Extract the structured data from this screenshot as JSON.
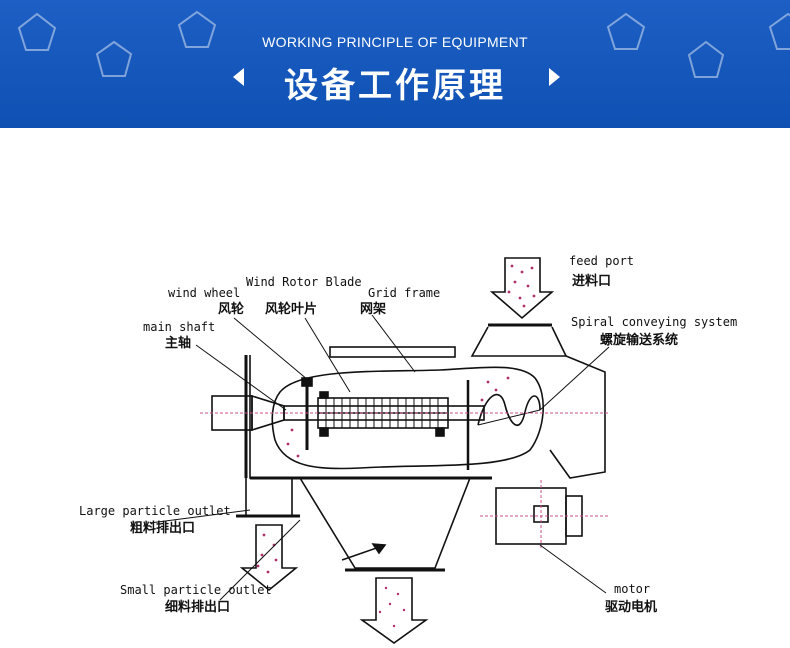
{
  "header": {
    "subtitle": "WORKING PRINCIPLE OF EQUIPMENT",
    "title": "设备工作原理"
  },
  "labels": {
    "wind_wheel": {
      "en": "wind wheel",
      "zh": "风轮"
    },
    "wind_rotor_blade": {
      "en": "Wind Rotor Blade",
      "zh": "风轮叶片"
    },
    "grid_frame": {
      "en": "Grid frame",
      "zh": "网架"
    },
    "main_shaft": {
      "en": "main shaft",
      "zh": "主轴"
    },
    "feed_port": {
      "en": "feed port",
      "zh": "进料口"
    },
    "spiral_conveying": {
      "en": "Spiral conveying system",
      "zh": "螺旋输送系统"
    },
    "large_outlet": {
      "en": "Large particle outlet",
      "zh": "粗料排出口"
    },
    "small_outlet": {
      "en": "Small particle outlet",
      "zh": "细料排出口"
    },
    "motor": {
      "en": "motor",
      "zh": "驱动电机"
    }
  },
  "colors": {
    "banner": "#1257bd",
    "line": "#111111",
    "particle": "#b0306a",
    "guide": "#c8508a"
  }
}
